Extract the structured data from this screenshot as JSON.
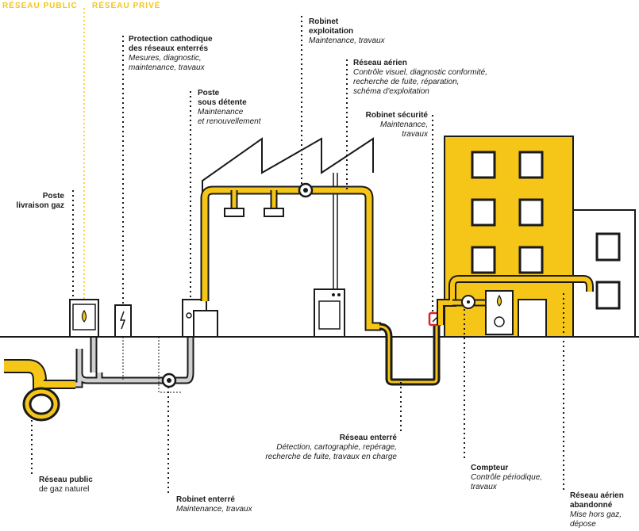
{
  "colors": {
    "accent": "#f5c518",
    "ink": "#1a1a1a",
    "grey_pipe": "#cfcfcf",
    "alert": "#e0202a"
  },
  "zones": {
    "public": "RÉSEAU PUBLIC",
    "private": "RÉSEAU PRIVÉ"
  },
  "labels": {
    "poste_livraison": {
      "title_l1": "Poste",
      "title_l2": "livraison gaz"
    },
    "protection": {
      "title_l1": "Protection cathodique",
      "title_l2": "des réseaux enterrés",
      "desc_l1": "Mesures, diagnostic,",
      "desc_l2": "maintenance, travaux"
    },
    "poste_detente": {
      "title_l1": "Poste",
      "title_l2": "sous détente",
      "desc_l1": "Maintenance",
      "desc_l2": "et renouvellement"
    },
    "robinet_exploitation": {
      "title_l1": "Robinet",
      "title_l2": "exploitation",
      "desc_l1": "Maintenance, travaux"
    },
    "reseau_aerien": {
      "title": "Réseau aérien",
      "desc_l1": "Contrôle visuel, diagnostic conformité,",
      "desc_l2": "recherche de fuite, réparation,",
      "desc_l3": "schéma d'exploitation"
    },
    "robinet_securite": {
      "title": "Robinet sécurité",
      "desc_l1": "Maintenance,",
      "desc_l2": "travaux"
    },
    "reseau_enterre": {
      "title": "Réseau enterré",
      "desc_l1": "Détection, cartographie, repérage,",
      "desc_l2": "recherche de fuite, travaux en charge"
    },
    "compteur": {
      "title": "Compteur",
      "desc_l1": "Contrôle périodique,",
      "desc_l2": "travaux"
    },
    "reseau_public": {
      "title": "Réseau public",
      "desc_l1": "de gaz naturel"
    },
    "robinet_enterre": {
      "title": "Robinet enterré",
      "desc_l1": "Maintenance, travaux"
    },
    "aerien_abandonne": {
      "title_l1": "Réseau aérien",
      "title_l2": "abandonné",
      "desc_l1": "Mise hors gaz,",
      "desc_l2": "dépose"
    }
  }
}
